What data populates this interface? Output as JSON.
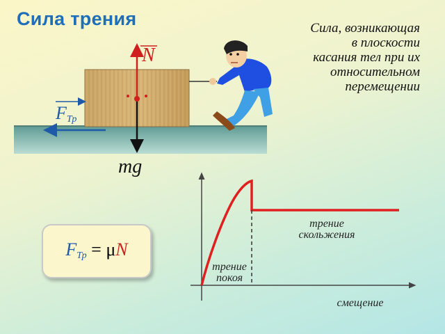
{
  "title": "Сила трения",
  "definition_lines": [
    "Сила, возникающая",
    "в плоскости",
    "касания тел при их",
    "относительном",
    "перемещении"
  ],
  "labels": {
    "normal_force": "N",
    "friction_force": "F",
    "friction_subscript": "Тр",
    "gravity": "mg"
  },
  "formula": {
    "left": "F",
    "left_subscript": "Тр",
    "equals": " = ",
    "mu": "μ",
    "right": "N"
  },
  "graph": {
    "sliding_label": [
      "трение",
      "скольжения"
    ],
    "static_label": [
      "трение",
      "покоя"
    ],
    "x_axis_label": "смещение"
  },
  "colors": {
    "title": "#1f6fb8",
    "normal": "#d0201e",
    "friction": "#1f5aa8",
    "curve": "#e02020"
  }
}
